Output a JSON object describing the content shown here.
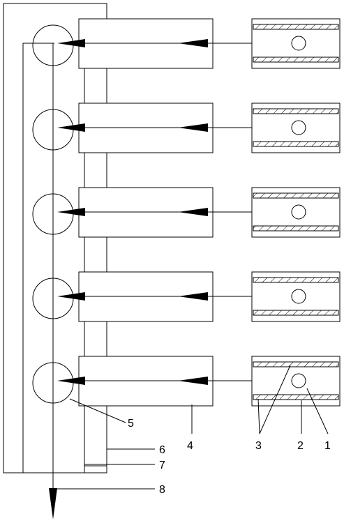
{
  "diagram": {
    "callouts": [
      {
        "id": "5",
        "label": "5"
      },
      {
        "id": "4",
        "label": "4"
      },
      {
        "id": "6",
        "label": "6"
      },
      {
        "id": "7",
        "label": "7"
      },
      {
        "id": "3",
        "label": "3"
      },
      {
        "id": "2",
        "label": "2"
      },
      {
        "id": "1",
        "label": "1"
      },
      {
        "id": "8",
        "label": "8"
      }
    ],
    "unit_count": 5
  }
}
